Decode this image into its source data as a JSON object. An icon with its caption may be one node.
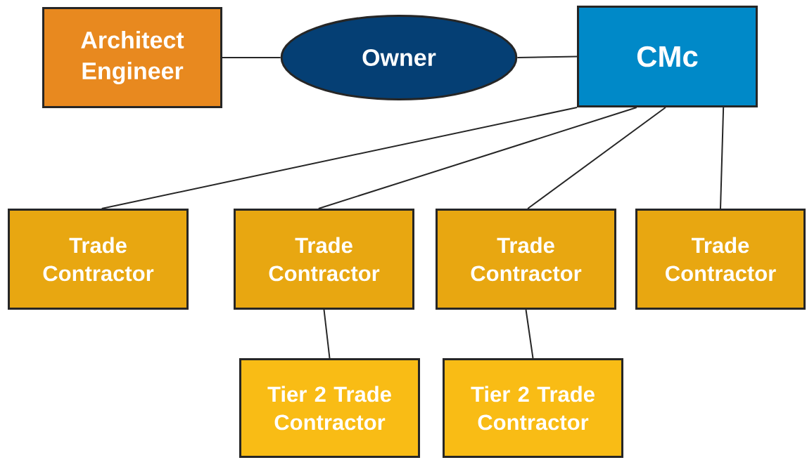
{
  "diagram": {
    "nodes": [
      {
        "text": [
          "Architect Engineer"
        ]
      },
      {
        "text": [
          "Owner"
        ]
      },
      {
        "text": [
          "CMc"
        ]
      },
      {
        "text": [
          "Trade Contractor"
        ]
      },
      {
        "text": [
          "Trade Contractor"
        ]
      },
      {
        "text": [
          "Trade Contractor"
        ]
      },
      {
        "text": [
          "Trade Contractor"
        ]
      },
      {
        "text": [
          "Tier 2 Trade Contractor"
        ]
      },
      {
        "text": [
          "Tier 2 Trade Contractor"
        ]
      }
    ],
    "edges": [
      {
        "from": 0,
        "to": 1,
        "arrow": "none"
      },
      {
        "from": 1,
        "to": 2,
        "arrow": "none"
      },
      {
        "from": 2,
        "to": 3,
        "arrow": "none"
      },
      {
        "from": 2,
        "to": 4,
        "arrow": "none"
      },
      {
        "from": 2,
        "to": 5,
        "arrow": "none"
      },
      {
        "from": 2,
        "to": 6,
        "arrow": "none"
      },
      {
        "from": 4,
        "to": 7,
        "arrow": "none"
      },
      {
        "from": 5,
        "to": 8,
        "arrow": "none"
      }
    ]
  }
}
